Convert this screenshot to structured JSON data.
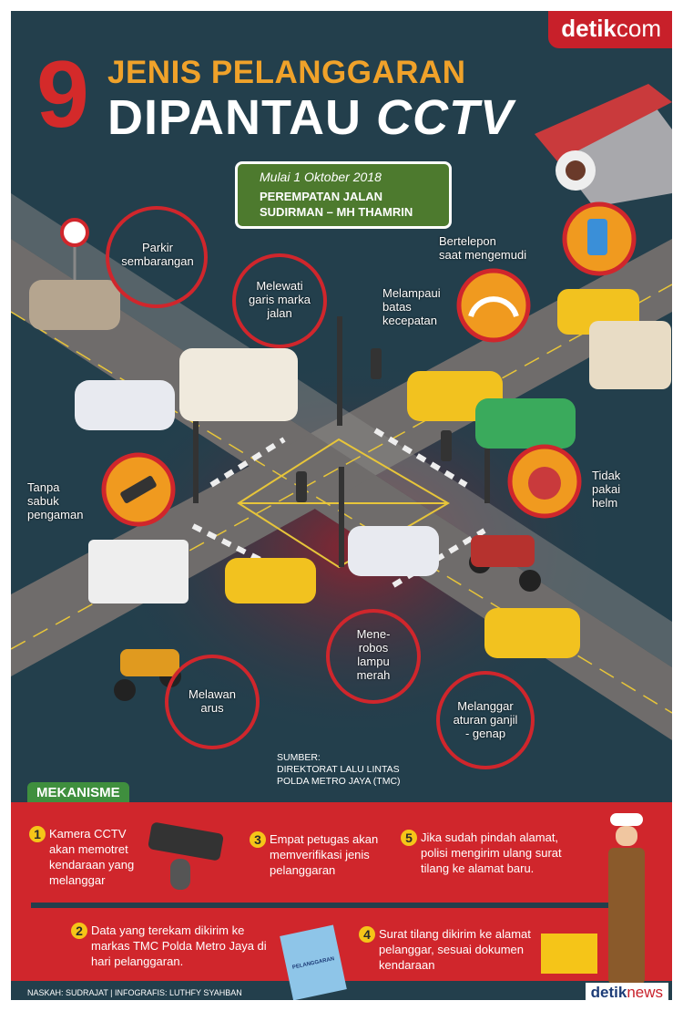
{
  "brand": {
    "name": "detik",
    "suffix": "com"
  },
  "title": {
    "number": "9",
    "line1": "JENIS PELANGGARAN",
    "line2a": "DIPANTAU ",
    "line2b": "CCTV"
  },
  "sign": {
    "date": "Mulai 1 Oktober 2018",
    "line1": "PEREMPATAN JALAN",
    "line2": "SUDIRMAN – MH THAMRIN"
  },
  "violations": [
    {
      "l1": "Parkir",
      "l2": "sembarangan",
      "l3": ""
    },
    {
      "l1": "Melewati",
      "l2": "garis marka",
      "l3": "jalan"
    },
    {
      "l1": "Bertelepon",
      "l2": "saat mengemudi",
      "l3": ""
    },
    {
      "l1": "Melampaui",
      "l2": "batas",
      "l3": "kecepatan"
    },
    {
      "l1": "Tanpa",
      "l2": "sabuk",
      "l3": "pengaman"
    },
    {
      "l1": "Tidak",
      "l2": "pakai",
      "l3": "helm"
    },
    {
      "l1": "Mene-",
      "l2": "robos",
      "l3": "lampu",
      "l4": "merah"
    },
    {
      "l1": "Melawan",
      "l2": "arus",
      "l3": ""
    },
    {
      "l1": "Melanggar",
      "l2": "aturan ganjil",
      "l3": "- genap"
    }
  ],
  "source": {
    "l1": "SUMBER:",
    "l2": "DIREKTORAT LALU LINTAS",
    "l3": "POLDA METRO JAYA (TMC)"
  },
  "mechanism": {
    "title": "MEKANISME",
    "steps": [
      {
        "n": "1",
        "text": "Kamera CCTV akan memotret kendaraan yang melanggar"
      },
      {
        "n": "2",
        "text": "Data yang terekam dikirim ke markas TMC Polda Metro Jaya di hari pelanggaran."
      },
      {
        "n": "3",
        "text": "Empat petugas akan memverifikasi jenis pelanggaran"
      },
      {
        "n": "4",
        "text": "Surat tilang dikirim ke alamat pelanggar, sesuai dokumen kendaraan"
      },
      {
        "n": "5",
        "text": "Jika sudah pindah alamat, polisi mengirim ulang surat tilang ke alamat baru."
      }
    ],
    "doc_label": "PELANGGARAN"
  },
  "footer": {
    "credits": "NASKAH: SUDRAJAT | INFOGRAFIS: LUTHFY SYAHBAN",
    "news_brand": "detik",
    "news_suffix": "news"
  },
  "colors": {
    "bg": "#233f4c",
    "red": "#d0262c",
    "orange": "#f0a22a",
    "green": "#4d7a2e"
  }
}
